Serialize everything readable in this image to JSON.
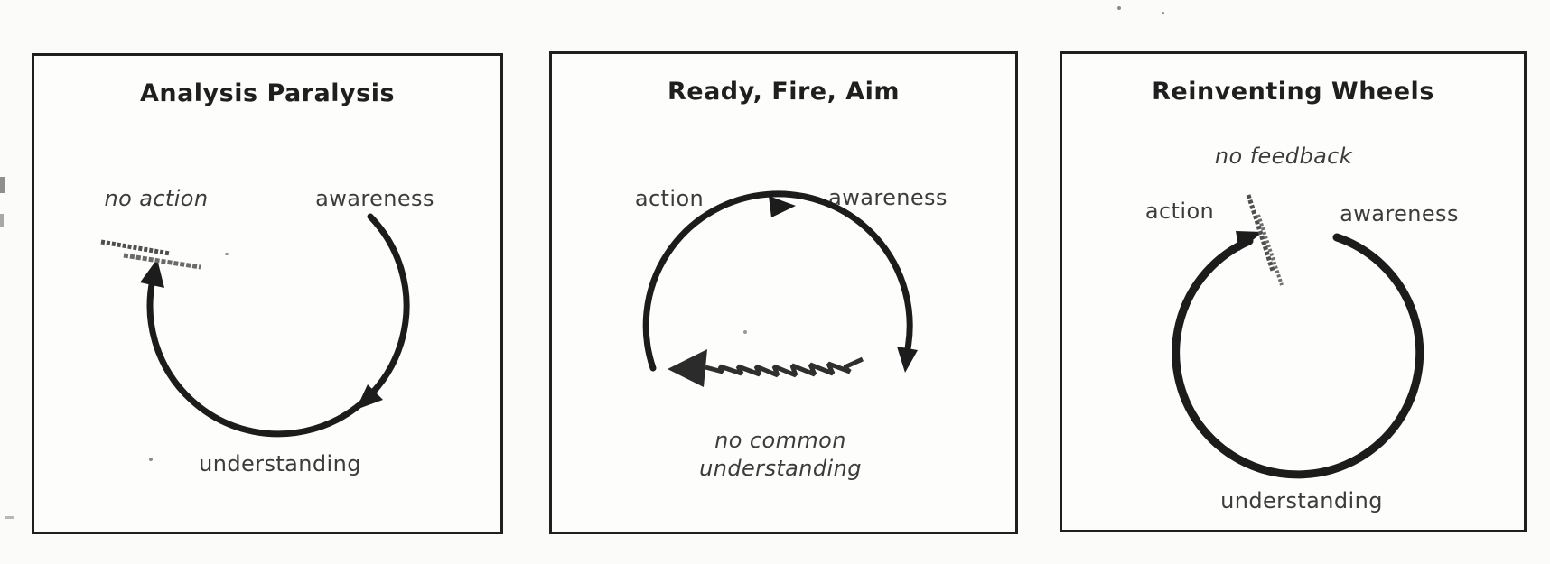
{
  "page": {
    "background": "#fbfbfa",
    "ink_color": "#1c1c1c",
    "label_color": "#3c3c3c",
    "scribble_color": "#5a5a5a",
    "panel_background": "#fdfdfc",
    "panel_border_color": "#1f1f1f"
  },
  "panels": [
    {
      "title": "Analysis Paralysis",
      "labels": [
        {
          "text": "no action"
        },
        {
          "text": "awareness"
        },
        {
          "text": "understanding"
        }
      ],
      "icons": [
        {
          "name": "cycle-arc-icon"
        },
        {
          "name": "scribble-block-icon"
        }
      ]
    },
    {
      "title": "Ready, Fire, Aim",
      "labels": [
        {
          "text": "action"
        },
        {
          "text": "awareness"
        },
        {
          "text": "no common understanding"
        }
      ],
      "icons": [
        {
          "name": "cycle-arc-icon"
        },
        {
          "name": "zigzag-arrow-icon"
        }
      ]
    },
    {
      "title": "Reinventing Wheels",
      "labels": [
        {
          "text": "no feedback"
        },
        {
          "text": "action"
        },
        {
          "text": "awareness"
        },
        {
          "text": "understanding"
        }
      ],
      "icons": [
        {
          "name": "cycle-arc-icon"
        },
        {
          "name": "scribble-block-icon"
        }
      ]
    }
  ]
}
